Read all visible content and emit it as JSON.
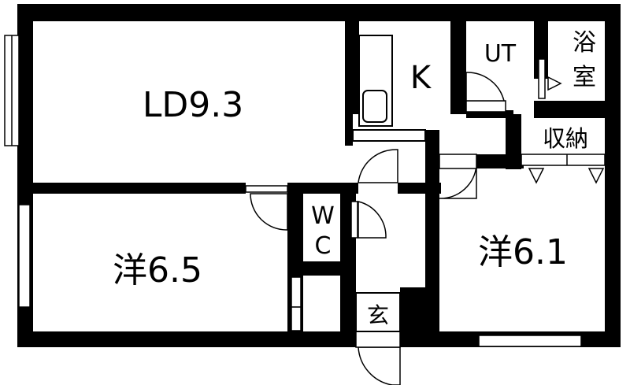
{
  "rooms": {
    "ld": "LD9.3",
    "kitchen": "K",
    "utility": "UT",
    "bath_top": "浴",
    "bath_bottom": "室",
    "storage": "収納",
    "western_left": "洋6.5",
    "western_right": "洋6.1",
    "wc_top": "W",
    "wc_bottom": "C",
    "entrance": "玄"
  }
}
